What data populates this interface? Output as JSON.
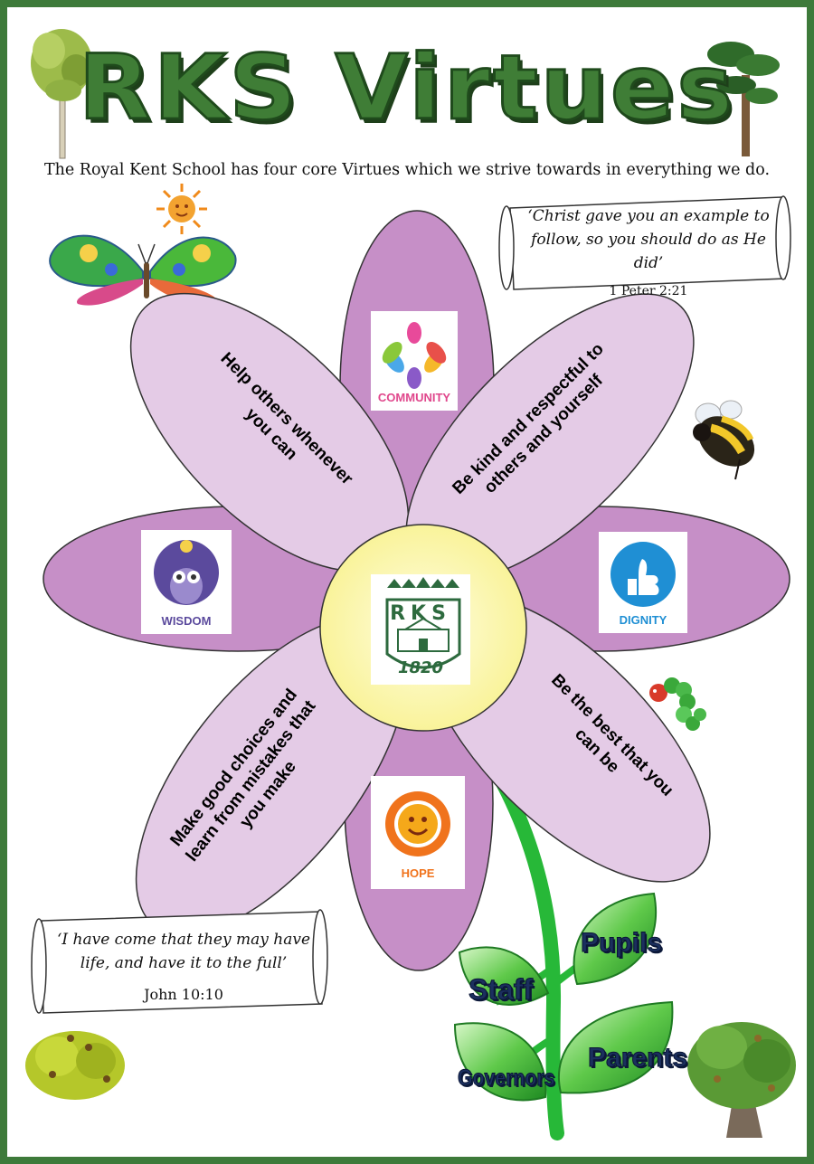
{
  "title": "RKS Virtues",
  "subtitle": "The Royal Kent School has four core Virtues which we strive towards in everything we do.",
  "quotes": {
    "top": {
      "text": "‘Christ gave you an example to follow, so you should do as He did’",
      "ref": "1 Peter 2:21"
    },
    "bottom": {
      "text": "‘I have come that they may have life, and have it to the full’",
      "ref": "John 10:10"
    }
  },
  "virtues": {
    "community": "COMMUNITY",
    "wisdom": "WISDOM",
    "dignity": "DIGNITY",
    "hope": "HOPE"
  },
  "petal_statements": {
    "help": "Help others whenever you can",
    "kind": "Be kind and respectful to others and yourself",
    "choices": "Make good choices and learn from mistakes that you make",
    "best": "Be the best that you can be"
  },
  "logo": {
    "letters": "RKS",
    "year": "1820"
  },
  "leaves": {
    "pupils": "Pupils",
    "staff": "Staff",
    "parents": "Parents",
    "governors": "Governors"
  },
  "colors": {
    "frame": "#3d7a3a",
    "title": "#3f7d36",
    "petal_dark": "#c68fc7",
    "petal_light": "#e4cbe6",
    "center": "#fbf7a8",
    "stem": "#27b838",
    "leaf_text": "#1b2f5e",
    "community_label": "#e0478c",
    "wisdom_label": "#5b4a9d",
    "dignity_label": "#1f8fd4",
    "hope_label": "#f0731c"
  }
}
